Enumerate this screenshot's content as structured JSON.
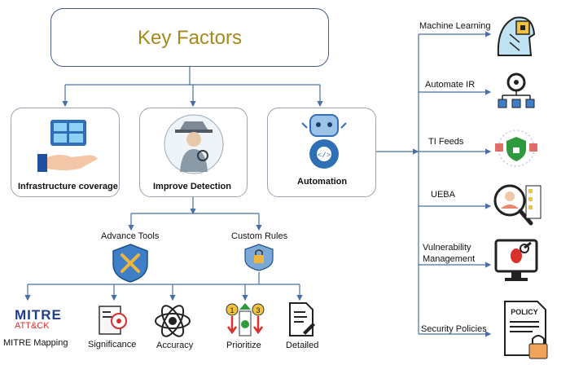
{
  "title": "Key Factors",
  "categories": [
    {
      "label": "Infrastructure coverage",
      "icon": "hand-dashboard-icon"
    },
    {
      "label": "Improve Detection",
      "icon": "detective-icon"
    },
    {
      "label": "Automation",
      "icon": "robot-gear-icon"
    }
  ],
  "detection_branches": [
    {
      "label": "Advance Tools",
      "icon": "tools-shield-icon"
    },
    {
      "label": "Custom Rules",
      "icon": "lock-shield-icon"
    }
  ],
  "detection_leaves": [
    {
      "label": "MITRE Mapping",
      "icon": "mitre-attack-logo"
    },
    {
      "label": "Significance",
      "icon": "report-target-icon"
    },
    {
      "label": "Accuracy",
      "icon": "target-atom-icon"
    },
    {
      "label": "Prioritize",
      "icon": "priority-arrows-icon"
    },
    {
      "label": "Detailed",
      "icon": "document-pen-icon"
    }
  ],
  "mitre_logo": {
    "line1": "MITRE",
    "line2": "ATT&CK"
  },
  "automation_items": [
    {
      "label": "Machine Learning",
      "icon": "ai-head-chip-icon"
    },
    {
      "label": "Automate IR",
      "icon": "workflow-gear-icon"
    },
    {
      "label": "TI Feeds",
      "icon": "network-shield-icon"
    },
    {
      "label": "UEBA",
      "icon": "user-search-icon"
    },
    {
      "label": "Vulnerability\nManagement",
      "icon": "monitor-bug-icon"
    },
    {
      "label": "Security Policies",
      "icon": "policy-lock-icon"
    }
  ],
  "policy_text": "POLICY",
  "colors": {
    "title": "#a8871c",
    "connector": "#4a6fa5",
    "icon_blue": "#2f6fb5",
    "box_border": "#9aa3b2"
  }
}
